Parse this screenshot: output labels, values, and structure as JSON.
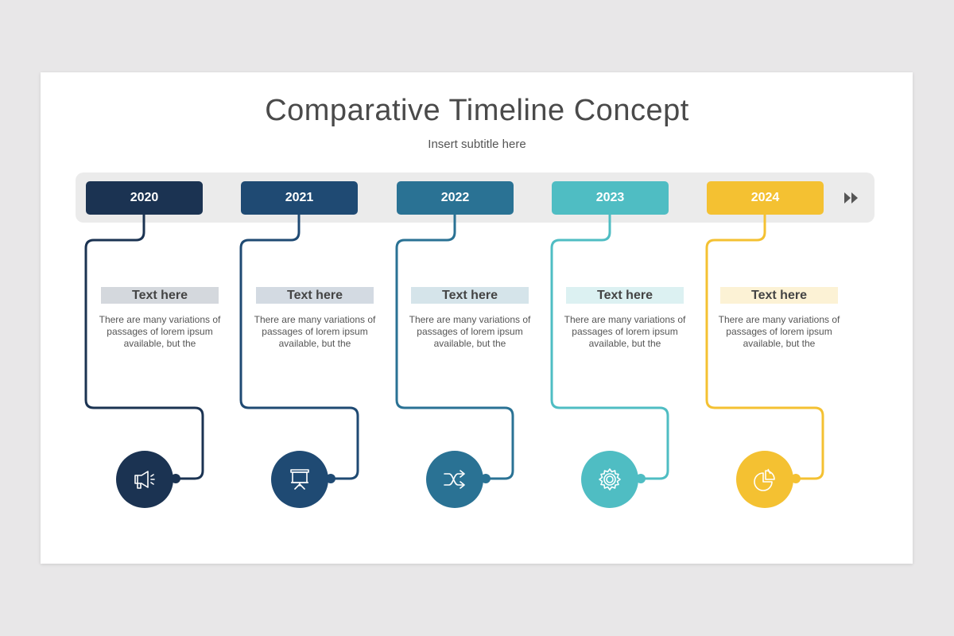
{
  "slide": {
    "title": "Comparative Timeline Concept",
    "subtitle": "Insert subtitle here"
  },
  "timeline": {
    "next_icon": "double-chevron-right-icon",
    "items": [
      {
        "year": "2020",
        "label": "Text here",
        "description": "There are many variations of passages of lorem ipsum available, but the",
        "icon": "megaphone-icon",
        "color": "#1b3352",
        "label_bg": "#d4d8dd"
      },
      {
        "year": "2021",
        "label": "Text here",
        "description": "There are many variations of passages of lorem ipsum available, but the",
        "icon": "presentation-board-icon",
        "color": "#1f4a73",
        "label_bg": "#d3dae2"
      },
      {
        "year": "2022",
        "label": "Text here",
        "description": "There are many variations of passages of lorem ipsum available, but the",
        "icon": "shuffle-arrows-icon",
        "color": "#2a7294",
        "label_bg": "#d5e4ea"
      },
      {
        "year": "2023",
        "label": "Text here",
        "description": "There are many variations of passages of lorem ipsum available, but the",
        "icon": "gear-icon",
        "color": "#4fbdc3",
        "label_bg": "#dcf1f2"
      },
      {
        "year": "2024",
        "label": "Text here",
        "description": "There are many variations of passages of lorem ipsum available, but the",
        "icon": "pie-chart-icon",
        "color": "#f4c132",
        "label_bg": "#fcf2d5"
      }
    ]
  }
}
